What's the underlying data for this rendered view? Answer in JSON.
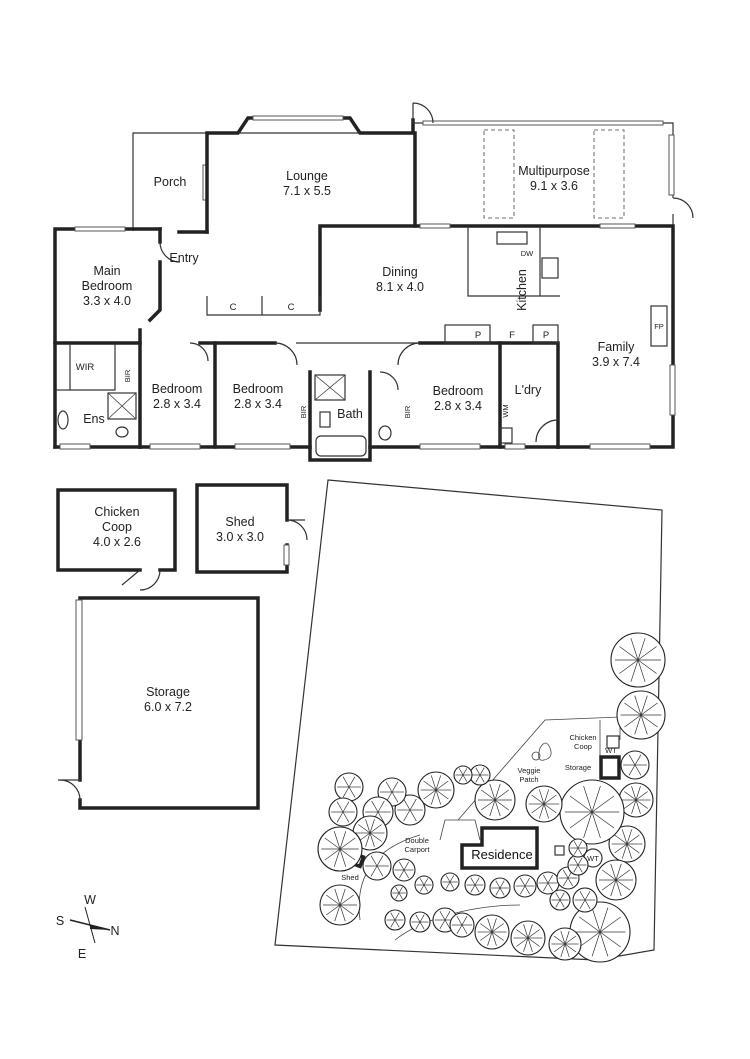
{
  "rooms": {
    "porch": {
      "name": "Porch"
    },
    "lounge": {
      "name": "Lounge",
      "size": "7.1 x 5.5"
    },
    "multipurpose": {
      "name": "Multipurpose",
      "size": "9.1 x 3.6"
    },
    "entry": {
      "name": "Entry"
    },
    "main_bedroom": {
      "name1": "Main",
      "name2": "Bedroom",
      "size": "3.3 x 4.0"
    },
    "dining": {
      "name": "Dining",
      "size": "8.1 x 4.0"
    },
    "kitchen": {
      "name": "Kitchen"
    },
    "family": {
      "name": "Family",
      "size": "3.9 x 7.4"
    },
    "wir": {
      "name": "WIR"
    },
    "ens": {
      "name": "Ens"
    },
    "bedroom2": {
      "name": "Bedroom",
      "size": "2.8 x 3.4"
    },
    "bedroom3": {
      "name": "Bedroom",
      "size": "2.8 x 3.4"
    },
    "bedroom4": {
      "name": "Bedroom",
      "size": "2.8 x 3.4"
    },
    "bath": {
      "name": "Bath"
    },
    "laundry": {
      "name": "L'dry"
    }
  },
  "fixtures": {
    "c1": "C",
    "c2": "C",
    "p1": "P",
    "f": "F",
    "p2": "P",
    "dw": "DW",
    "fp": "FP",
    "bir1": "BIR",
    "bir2": "BIR",
    "bir3": "BIR",
    "wm": "WM"
  },
  "outbuildings": {
    "chicken_coop": {
      "name1": "Chicken",
      "name2": "Coop",
      "size": "4.0 x 2.6"
    },
    "shed": {
      "name": "Shed",
      "size": "3.0 x 3.0"
    },
    "storage": {
      "name": "Storage",
      "size": "6.0 x 7.2"
    }
  },
  "site": {
    "chicken_coop_1": "Chicken",
    "chicken_coop_2": "Coop",
    "wt1": "WT",
    "storage": "Storage",
    "veggie_1": "Veggie",
    "veggie_2": "Patch",
    "double_1": "Double",
    "double_2": "Carport",
    "residence": "Residence",
    "wt2": "WT",
    "shed": "Shed"
  },
  "compass": {
    "w": "W",
    "s": "S",
    "n": "N",
    "e": "E"
  }
}
